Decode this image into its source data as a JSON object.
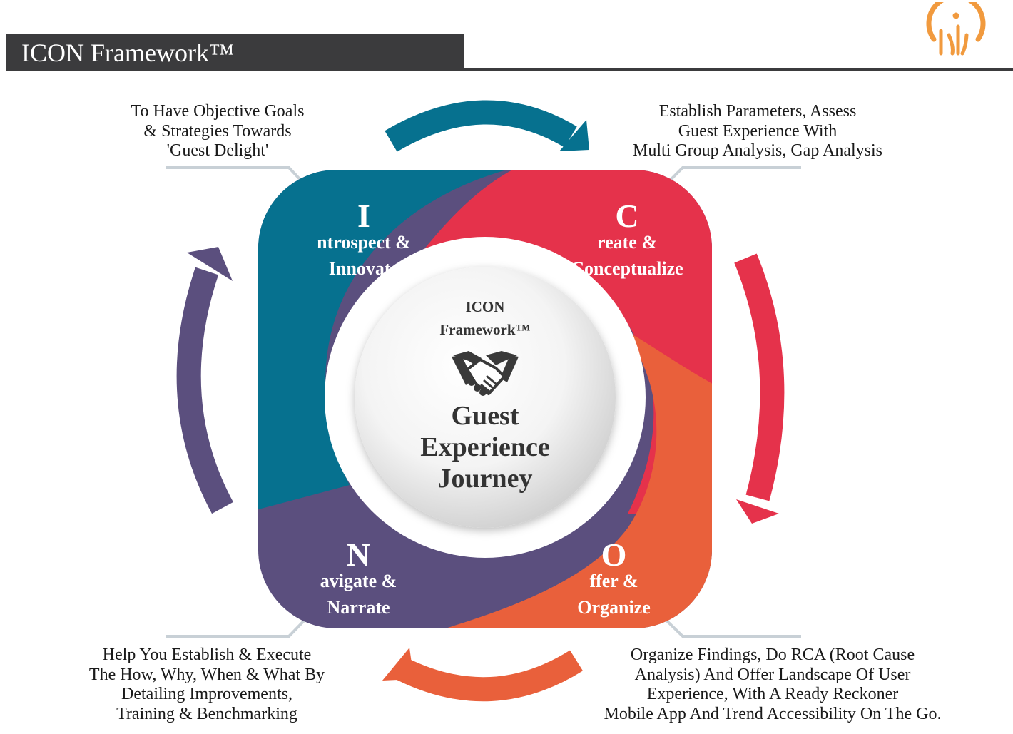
{
  "header": {
    "title": "ICON Framework™"
  },
  "colors": {
    "teal": "#06718F",
    "red": "#E5324B",
    "orange": "#E9603B",
    "purple": "#5B4F7E",
    "header_bg": "#3B3B3D",
    "logo_orange": "#F19A3E"
  },
  "icons": {
    "logo": "brand-logo-icon",
    "center": "handshake-icon"
  },
  "quadrants": {
    "introspect": {
      "initial": "I",
      "rest": "ntrospect &",
      "line2": "Innovate",
      "color": "#06718F"
    },
    "create": {
      "initial": "C",
      "rest": "reate &",
      "line2": "Conceptualize",
      "color": "#E5324B"
    },
    "offer": {
      "initial": "O",
      "rest": "ffer &",
      "line2": "Organize",
      "color": "#E9603B"
    },
    "navigate": {
      "initial": "N",
      "rest": "avigate &",
      "line2": "Narrate",
      "color": "#5B4F7E"
    }
  },
  "center": {
    "line1": "ICON",
    "line2": "Framework™",
    "title_lines": [
      "Guest",
      "Experience",
      "Journey"
    ]
  },
  "descriptions": {
    "top_left": [
      "To Have Objective Goals",
      "& Strategies Towards",
      "'Guest Delight'"
    ],
    "top_right": [
      "Establish Parameters, Assess",
      "Guest Experience With",
      "Multi Group Analysis, Gap Analysis"
    ],
    "bottom_left": [
      "Help You Establish & Execute",
      "The How, Why, When & What By",
      "Detailing Improvements,",
      "Training & Benchmarking"
    ],
    "bottom_right": [
      "Organize Findings, Do RCA (Root Cause",
      "Analysis) And Offer Landscape Of User",
      "Experience, With A Ready Reckoner",
      "Mobile App And Trend Accessibility On The Go."
    ]
  }
}
